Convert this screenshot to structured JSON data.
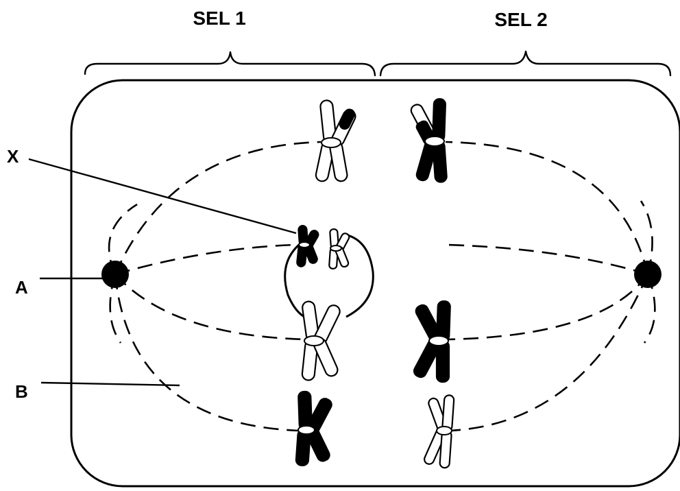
{
  "labels": {
    "cell1": "SEL 1",
    "cell2": "SEL 2",
    "x": "X",
    "a": "A",
    "b": "B"
  },
  "colors": {
    "ink": "#000000",
    "paper": "#ffffff"
  },
  "icons": [
    "centrosome-pole-icon",
    "chromosome-icon",
    "centromere-icon"
  ]
}
